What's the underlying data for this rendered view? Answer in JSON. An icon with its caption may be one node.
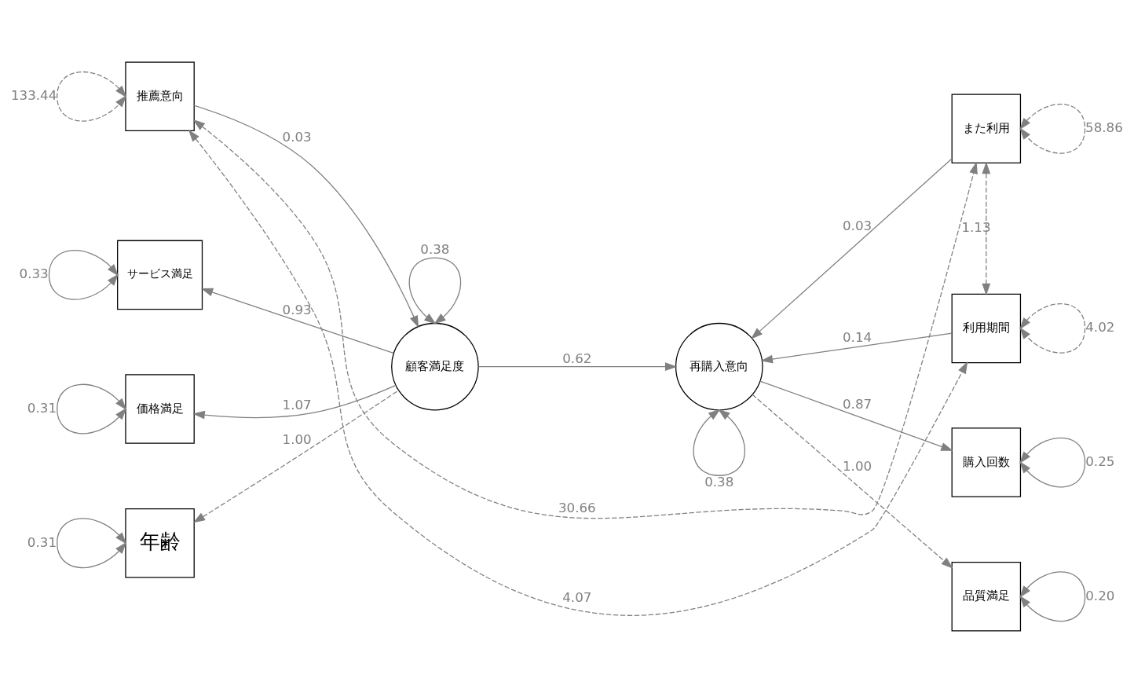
{
  "diagram": {
    "nodes": [
      {
        "text": [
          "推薦意向"
        ]
      },
      {
        "text": [
          "サービス満足"
        ]
      },
      {
        "text": [
          "価格満足"
        ]
      },
      {
        "text": [
          "年齢"
        ]
      },
      {
        "text": [
          "顧客満足度"
        ]
      },
      {
        "text": [
          "再購入意向"
        ]
      },
      {
        "text": [
          "また利用"
        ]
      },
      {
        "text": [
          "利用期間"
        ]
      },
      {
        "text": [
          "購入回数"
        ]
      },
      {
        "text": [
          "品質満足"
        ]
      }
    ],
    "edges": [
      {
        "from": 0,
        "to": 0,
        "arrow": "both",
        "label": "133.44",
        "style": "dashed"
      },
      {
        "from": 0,
        "to": 6,
        "arrow": "both",
        "label": "30.66",
        "style": "dashed"
      },
      {
        "from": 6,
        "to": 6,
        "arrow": "both",
        "label": "58.86",
        "style": "dashed"
      },
      {
        "from": 0,
        "to": 7,
        "arrow": "both",
        "label": "4.07",
        "style": "dashed"
      },
      {
        "from": 6,
        "to": 7,
        "arrow": "both",
        "label": "1.13",
        "style": "dashed"
      },
      {
        "from": 0,
        "to": 4,
        "arrow": "to",
        "label": "0.03"
      },
      {
        "from": 6,
        "to": 5,
        "arrow": "to",
        "label": "0.03"
      },
      {
        "from": 1,
        "to": 1,
        "arrow": "both",
        "label": "0.33"
      },
      {
        "from": 7,
        "to": 7,
        "arrow": "both",
        "label": "4.02",
        "style": "dashed"
      },
      {
        "from": 4,
        "to": 1,
        "arrow": "to",
        "label": "0.93"
      },
      {
        "from": 7,
        "to": 5,
        "arrow": "to",
        "label": "0.14"
      },
      {
        "from": 4,
        "to": 4,
        "arrow": "both",
        "label": "0.38"
      },
      {
        "from": 4,
        "to": 5,
        "arrow": "to",
        "label": "0.62"
      },
      {
        "from": 5,
        "to": 5,
        "arrow": "both",
        "label": "0.38"
      },
      {
        "from": 4,
        "to": 2,
        "arrow": "to",
        "label": "1.07"
      },
      {
        "from": 5,
        "to": 8,
        "arrow": "to",
        "label": "0.87"
      },
      {
        "from": 2,
        "to": 2,
        "arrow": "both",
        "label": "0.31"
      },
      {
        "from": 8,
        "to": 8,
        "arrow": "both",
        "label": "0.25"
      },
      {
        "from": 4,
        "to": 3,
        "arrow": "to",
        "label": "1.00",
        "style": "dashed"
      },
      {
        "from": 5,
        "to": 9,
        "arrow": "to",
        "label": "1.00",
        "style": "dashed"
      },
      {
        "from": 3,
        "to": 3,
        "arrow": "both",
        "label": "0.31"
      },
      {
        "from": 9,
        "to": 9,
        "arrow": "both",
        "label": "0.20"
      }
    ]
  }
}
